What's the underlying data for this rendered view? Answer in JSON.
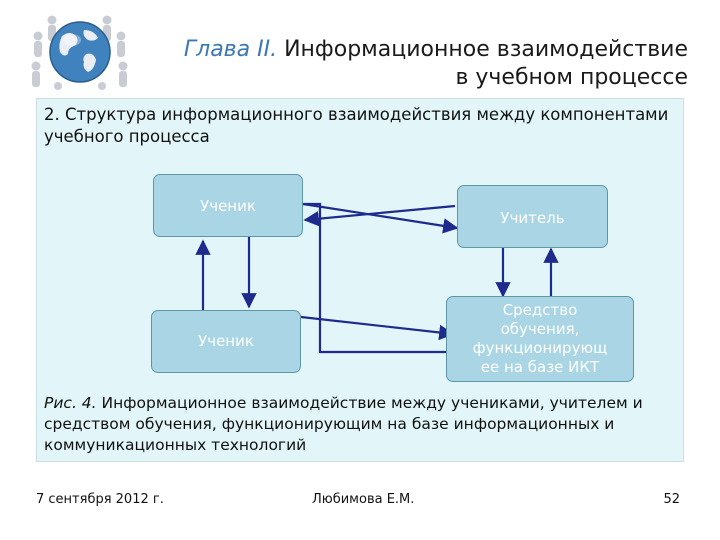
{
  "header": {
    "title_lead": "Глава II.",
    "title_line1": "Информационное взаимодействие",
    "title_line2": "в учебном процессе"
  },
  "subtitle": "2. Структура информационного взаимодействия между компонентами учебного процесса",
  "diagram": {
    "nodes": {
      "student_top": "Ученик",
      "student_bottom": "Ученик",
      "teacher": "Учитель",
      "ict_means": "Средство обучения, функционирующ ее на базе ИКТ"
    }
  },
  "caption": {
    "fig_label": "Рис. 4.",
    "text": "Информационное взаимодействие между учениками, учителем и средством обучения, функционирующим на базе информационных и коммуникационных технологий"
  },
  "footer": {
    "date": "7 сентября 2012 г.",
    "author": "Любимова Е.М.",
    "page_number": "52"
  },
  "colors": {
    "content_bg": "#e2f6f9",
    "node_fill": "#a9d5e4",
    "arrow": "#1e2a8c",
    "title_accent": "#3c78b4"
  }
}
